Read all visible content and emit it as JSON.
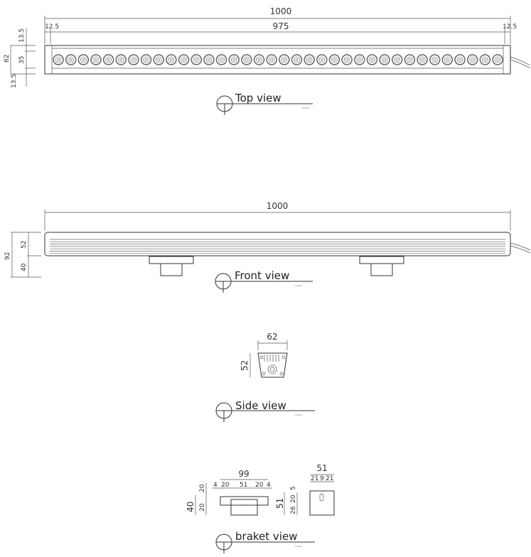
{
  "top_view": {
    "title": "Top view",
    "led_count": 36,
    "dims": {
      "overall_length": "1000",
      "inner_length": "975",
      "end_left": "12.5",
      "end_right": "12.5",
      "width": "62",
      "top_margin": "13.5",
      "led_band": "35",
      "bottom_margin": "13.5"
    }
  },
  "front_view": {
    "title": "Front view",
    "dims": {
      "overall_length": "1000",
      "total_height": "92",
      "body_height": "52",
      "bracket_height": "40"
    }
  },
  "side_view": {
    "title": "Side view",
    "dims": {
      "width": "62",
      "height": "52"
    }
  },
  "braket_view": {
    "title": "braket view",
    "dims": {
      "length": "99",
      "seg_a": "4",
      "seg_b": "20",
      "seg_c": "51",
      "seg_d": "20",
      "seg_e": "4",
      "height": "40",
      "h_top": "20",
      "h_bottom": "20",
      "plate_width": "51",
      "pw_a": "21",
      "pw_b": "9",
      "pw_c": "21",
      "plate_height": "51",
      "ph_a": "5",
      "ph_b": "20",
      "ph_c": "26"
    }
  }
}
